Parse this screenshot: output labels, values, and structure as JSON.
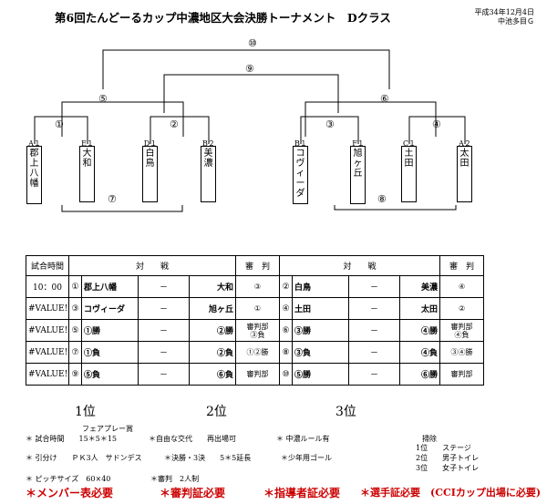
{
  "header": {
    "title": "第6回たんどーるカップ中濃地区大会決勝トーナメント　Dクラス",
    "date": "平成34年12月4日",
    "venue": "中池多目Ｇ"
  },
  "bracket": {
    "rounds": {
      "r10": "⑩",
      "r9": "⑨",
      "r5": "⑤",
      "r6": "⑥",
      "r1": "①",
      "r2": "②",
      "r3": "③",
      "r4": "④",
      "r7": "⑦",
      "r8": "⑧"
    },
    "teams": [
      {
        "code": "A１",
        "name": "郡上八幡"
      },
      {
        "code": "E１",
        "name": "大和"
      },
      {
        "code": "D１",
        "name": "白鳥"
      },
      {
        "code": "B２",
        "name": "美濃"
      },
      {
        "code": "B１",
        "name": "コヴィーダ"
      },
      {
        "code": "F１",
        "name": "旭ヶ丘"
      },
      {
        "code": "C１",
        "name": "土田"
      },
      {
        "code": "A２",
        "name": "太田"
      }
    ]
  },
  "schedule": {
    "headers": {
      "time": "試合時間",
      "match": "対　　戦",
      "ref": "審　判"
    },
    "rows": [
      {
        "time": "10：00",
        "n1": "①",
        "a1": "郡上八幡",
        "d1": "－",
        "b1": "大和",
        "ref1": "③",
        "n2": "②",
        "a2": "白鳥",
        "d2": "－",
        "b2": "美濃",
        "ref2": "④"
      },
      {
        "time": "#VALUE!",
        "n1": "③",
        "a1": "コヴィーダ",
        "d1": "－",
        "b1": "旭ヶ丘",
        "ref1": "①",
        "n2": "④",
        "a2": "土田",
        "d2": "－",
        "b2": "太田",
        "ref2": "②"
      },
      {
        "time": "#VALUE!",
        "n1": "⑤",
        "a1": "①勝",
        "d1": "－",
        "b1": "②勝",
        "ref1": "審判部\n③負",
        "n2": "⑥",
        "a2": "③勝",
        "d2": "－",
        "b2": "④勝",
        "ref2": "審判部\n④負"
      },
      {
        "time": "#VALUE!",
        "n1": "⑦",
        "a1": "①負",
        "d1": "－",
        "b1": "②負",
        "ref1": "①②勝",
        "n2": "⑧",
        "a2": "③負",
        "d2": "－",
        "b2": "④負",
        "ref2": "③④勝"
      },
      {
        "time": "#VALUE!",
        "n1": "⑨",
        "a1": "⑤負",
        "d1": "－",
        "b1": "⑥負",
        "ref1": "審判部",
        "n2": "⑩",
        "a2": "⑤勝",
        "d2": "－",
        "b2": "⑥勝",
        "ref2": "審判部"
      }
    ]
  },
  "places": {
    "first": "1位",
    "second": "2位",
    "third": "3位"
  },
  "notes": {
    "fairplay": "フェアプレー賞",
    "match_time_label": "試合時間",
    "match_time_value": "15＊5＊15",
    "free_sub": "自由な交代",
    "reentry": "再出場可",
    "chuno_rule": "中濃ルール有",
    "draw": "引分け",
    "pk": "ＰＫ3人",
    "sudden": "サドンデス",
    "final_third": "決勝・3決",
    "extension": "5＊5延長",
    "small_goal": "少年用ゴール",
    "pitch": "ピッチサイズ　60×40",
    "referee": "審判",
    "referee_count": "2人制",
    "cleaning_title": "掃除",
    "cleaning": [
      {
        "place": "1位",
        "area": "ステージ"
      },
      {
        "place": "2位",
        "area": "男子トイレ"
      },
      {
        "place": "3位",
        "area": "女子トイレ"
      }
    ]
  },
  "requirements": {
    "member": "＊メンバー表必要",
    "ref_cert": "＊審判証必要",
    "coach_cert": "＊指導者証必要",
    "player_cert": "＊選手証必要　(CCIカップ出場に必要)"
  },
  "colors": {
    "accent": "#cc0000",
    "ink": "#000000"
  }
}
